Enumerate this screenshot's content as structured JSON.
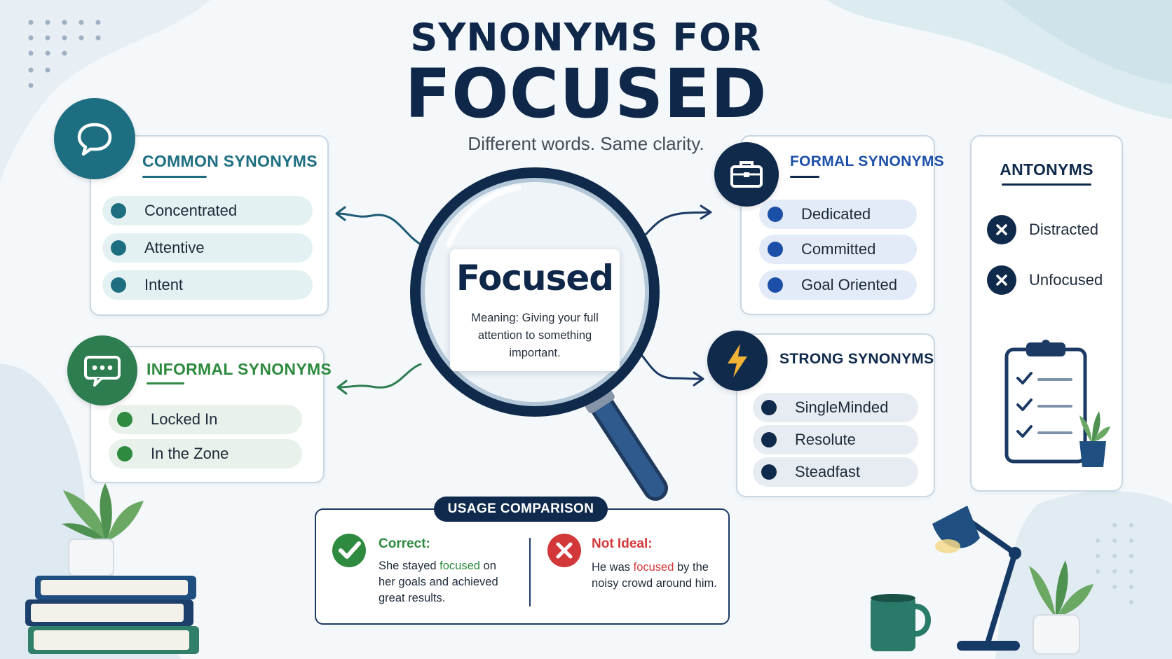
{
  "title": {
    "line1": "SYNONYMS FOR",
    "line2": "FOCUSED",
    "tagline": "Different words. Same clarity."
  },
  "center": {
    "word": "Focused",
    "meaning": "Meaning: Giving your full attention to something important."
  },
  "common": {
    "heading": "COMMON SYNONYMS",
    "icon": "speech-bubble-icon",
    "accent": "#1c6e80",
    "items": [
      "Concentrated",
      "Attentive",
      "Intent"
    ]
  },
  "informal": {
    "heading": "INFORMAL SYNONYMS",
    "icon": "chat-dots-icon",
    "accent": "#2d8a3e",
    "items": [
      "Locked In",
      "In the Zone"
    ]
  },
  "formal": {
    "heading": "FORMAL SYNONYMS",
    "icon": "briefcase-icon",
    "accent": "#1c4fa8",
    "items": [
      "Dedicated",
      "Committed",
      "Goal Oriented"
    ]
  },
  "strong": {
    "heading": "STRONG SYNONYMS",
    "icon": "lightning-icon",
    "accent": "#102a4c",
    "items": [
      "SingleMinded",
      "Resolute",
      "Steadfast"
    ]
  },
  "antonyms": {
    "heading": "ANTONYMS",
    "items": [
      "Distracted",
      "Unfocused"
    ]
  },
  "usage": {
    "label": "USAGE COMPARISON",
    "correct": {
      "heading": "Correct:",
      "before": "She stayed ",
      "keyword": "focused",
      "after": " on her goals and achieved great results."
    },
    "not_ideal": {
      "heading": "Not Ideal:",
      "before": "He was ",
      "keyword": "focused",
      "after": " by the noisy crowd around him."
    }
  },
  "colors": {
    "navy": "#0f2748",
    "teal": "#1c6e80",
    "green": "#2d8a3e",
    "blue": "#1c4fa8",
    "red": "#d2383a",
    "amber": "#f2b233"
  }
}
